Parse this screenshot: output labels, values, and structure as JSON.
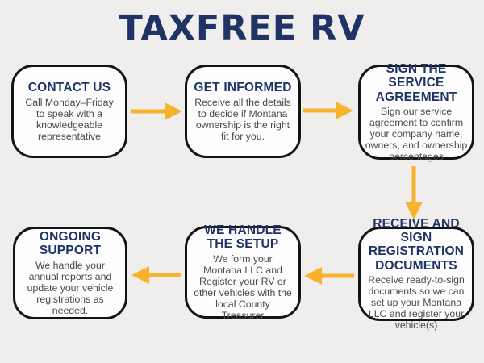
{
  "page": {
    "title": "TAXFREE RV",
    "background_color": "#efeeec"
  },
  "colors": {
    "heading_navy": "#1f3366",
    "arrow_gold": "#f6b32b",
    "body_text": "#4a4a4a",
    "box_border": "#141414",
    "box_background": "#fdfdfd"
  },
  "steps": [
    {
      "id": "contact-us",
      "title": "CONTACT US",
      "body": "Call Monday–Friday to speak with a knowledgeable representative"
    },
    {
      "id": "get-informed",
      "title": "GET INFORMED",
      "body": "Receive all the details to decide if Montana ownership is the right fit for you."
    },
    {
      "id": "sign-the-service-agreement",
      "title": "SIGN THE\nSERVICE\nAGREEMENT",
      "body": "Sign our service agreement to confirm your company name, owners, and ownership percentages"
    },
    {
      "id": "receive-and-sign-registration-documents",
      "title": "RECEIVE AND\nSIGN\nREGISTRATION\nDOCUMENTS",
      "body": "Receive ready-to-sign documents so we can set up your Montana LLC and register your vehicle(s)"
    },
    {
      "id": "we-handle-the-setup",
      "title": "WE HANDLE\nTHE SETUP",
      "body": "We form your Montana LLC and Register your RV or other vehicles with the local County Treasurer"
    },
    {
      "id": "ongoing-support",
      "title": "ONGOING\nSUPPORT",
      "body": "We handle your annual reports and update your vehicle registrations as needed."
    }
  ],
  "arrows": [
    {
      "from": "contact-us",
      "to": "get-informed",
      "direction": "right"
    },
    {
      "from": "get-informed",
      "to": "sign-the-service-agreement",
      "direction": "right"
    },
    {
      "from": "sign-the-service-agreement",
      "to": "receive-and-sign-registration-documents",
      "direction": "down"
    },
    {
      "from": "receive-and-sign-registration-documents",
      "to": "we-handle-the-setup",
      "direction": "left"
    },
    {
      "from": "we-handle-the-setup",
      "to": "ongoing-support",
      "direction": "left"
    }
  ]
}
